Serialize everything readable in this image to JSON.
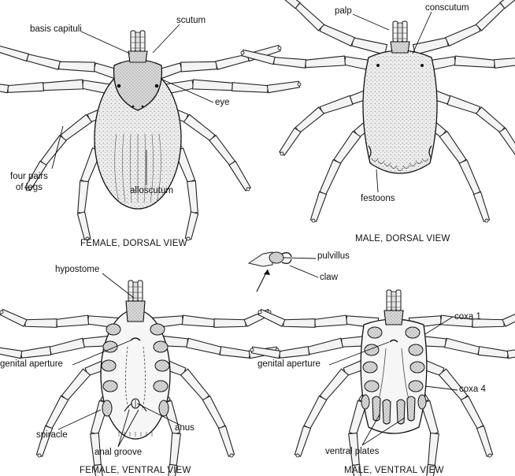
{
  "captions": {
    "female_dorsal": "FEMALE, DORSAL VIEW",
    "male_dorsal": "MALE, DORSAL VIEW",
    "female_ventral": "FEMALE, VENTRAL VIEW",
    "male_ventral": "MALE, VENTRAL VIEW"
  },
  "labels": {
    "basis_capituli": "basis capituli",
    "scutum": "scutum",
    "eye": "eye",
    "four_pairs": "four pairs",
    "of_legs": "of legs",
    "alloscutum": "alloscutum",
    "palp": "palp",
    "conscutum": "conscutum",
    "festoons": "festoons",
    "pulvillus": "pulvillus",
    "claw": "claw",
    "hypostome": "hypostome",
    "genital_aperture_female": "genital aperture",
    "spiracle": "spiracle",
    "anal_groove": "anal groove",
    "anus": "anus",
    "genital_aperture_male": "genital aperture",
    "coxa_1": "coxa 1",
    "coxa_4": "coxa 4",
    "ventral_plates": "ventral plates"
  },
  "colors": {
    "ink": "#111111",
    "leg_fill": "#f4f4f4",
    "body_fill": "#e9e9e9",
    "scutum_fill": "#d8d8d8"
  }
}
